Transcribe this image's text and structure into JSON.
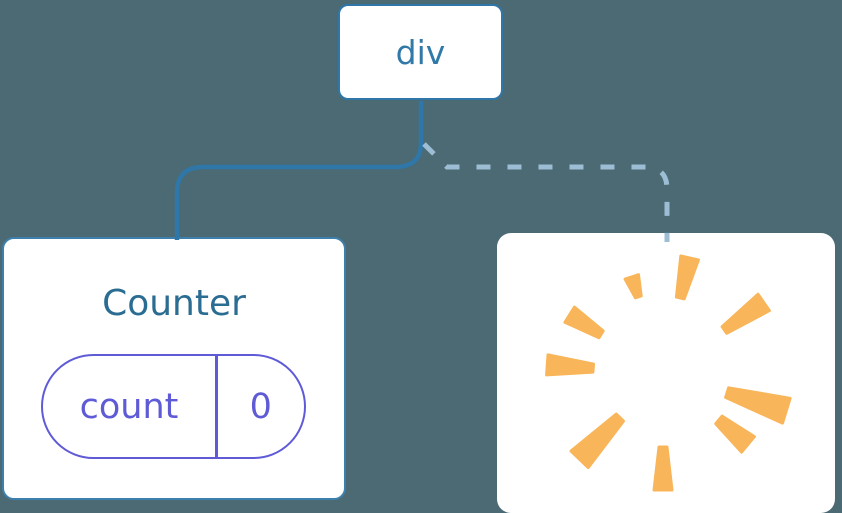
{
  "diagram": {
    "description": "React component tree diagram: div parent with Counter child (state preserved) and a removed child position (burst)",
    "root_node": {
      "label": "div"
    },
    "counter_card": {
      "title": "Counter",
      "state_pill": {
        "key_label": "count",
        "value": "0"
      }
    },
    "removed_card": {
      "icon": "burst-icon"
    },
    "edges": [
      {
        "from": "div",
        "to": "Counter",
        "style": "solid"
      },
      {
        "from": "div",
        "to": "removed-slot",
        "style": "dashed"
      }
    ],
    "colors": {
      "background": "#4b6a73",
      "card_white": "#ffffff",
      "node_border_blue": "#2e77a8",
      "node_text_blue": "#3179a8",
      "counter_title": "#2b6d92",
      "card_border": "#3e80ad",
      "state_purple": "#5f5bd7",
      "dashed_edge": "#9cbdd4",
      "burst_orange": "#f9b559"
    }
  }
}
